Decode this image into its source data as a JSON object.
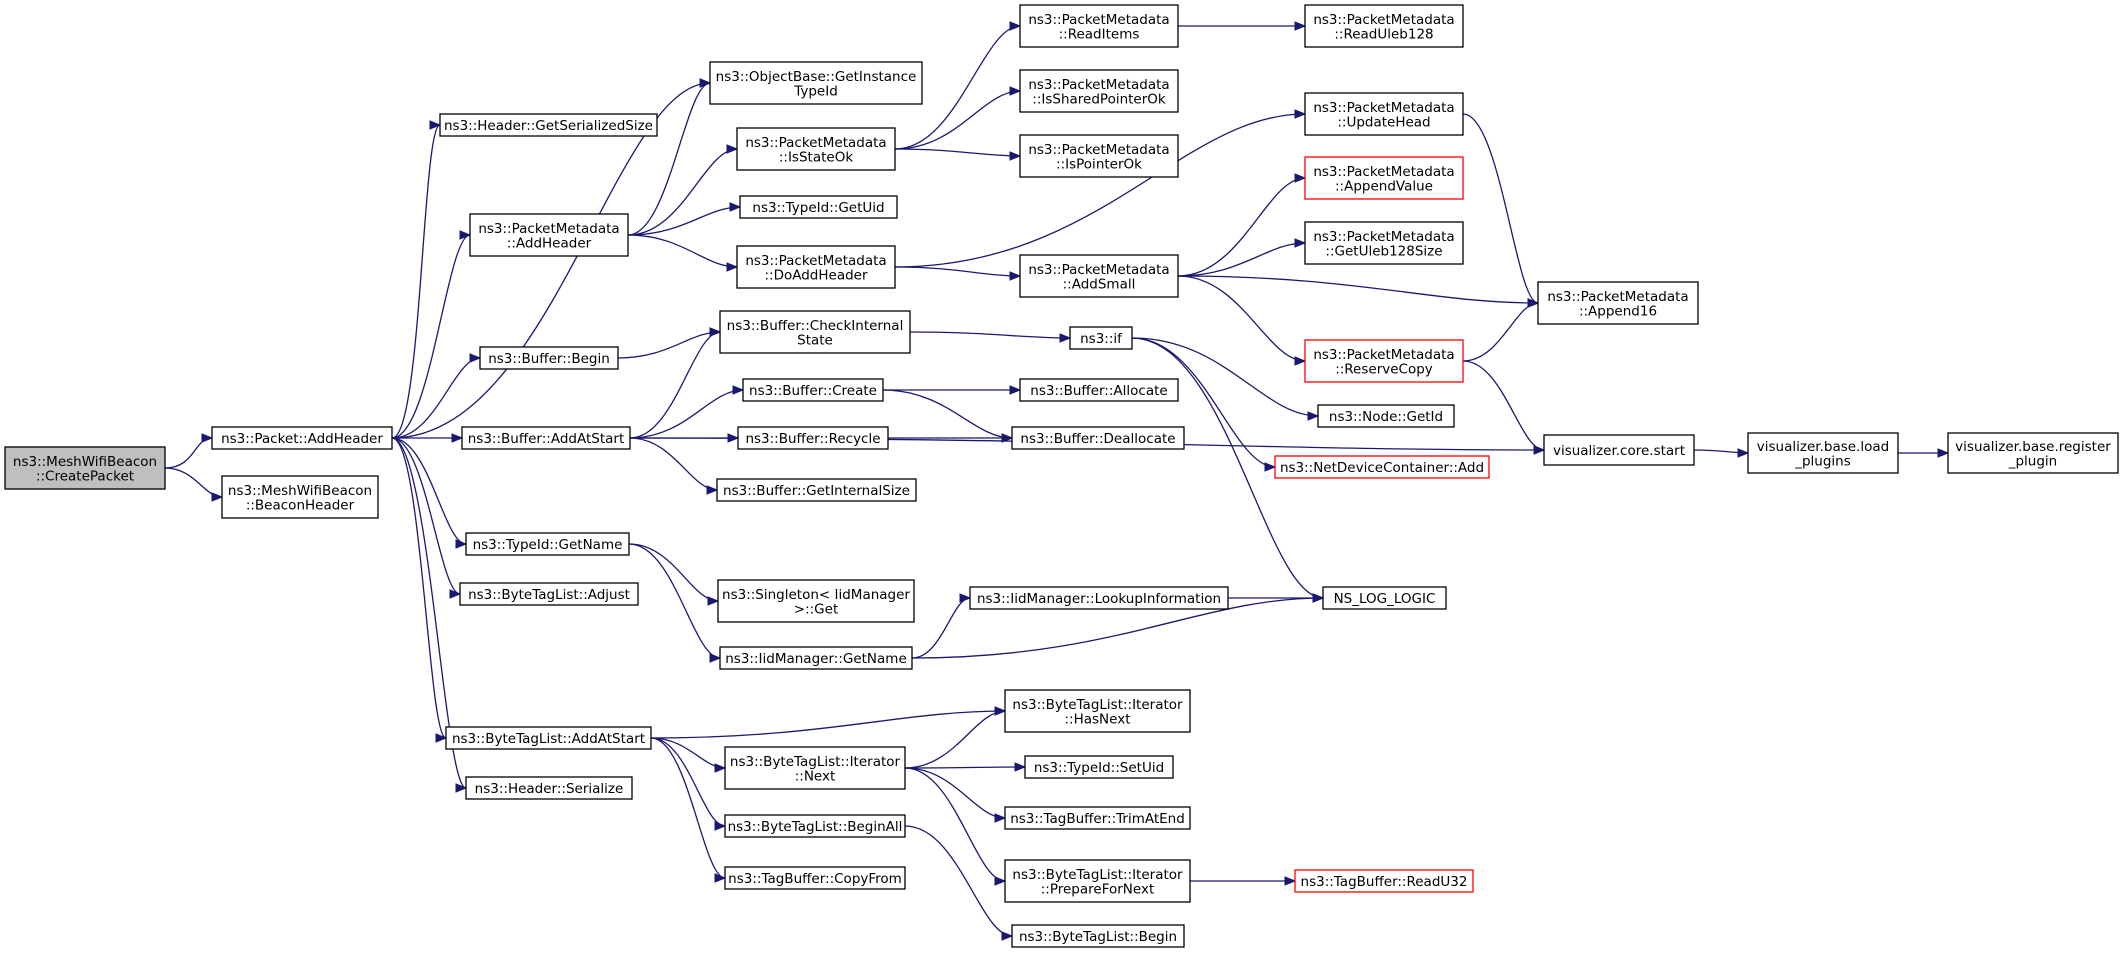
{
  "colors": {
    "edge": "#191970",
    "root_fill": "#bfbfbf",
    "incomplete_border": "#ff0000",
    "node_border": "#000000"
  },
  "nodes": [
    {
      "id": "createpacket",
      "lines": [
        "ns3::MeshWifiBeacon",
        "::CreatePacket"
      ],
      "style": "root"
    },
    {
      "id": "addheader",
      "lines": [
        "ns3::Packet::AddHeader"
      ]
    },
    {
      "id": "beaconheader",
      "lines": [
        "ns3::MeshWifiBeacon",
        "::BeaconHeader"
      ]
    },
    {
      "id": "getserializedsize",
      "lines": [
        "ns3::Header::GetSerializedSize"
      ]
    },
    {
      "id": "gettypeid",
      "lines": [
        "ns3::ObjectBase::GetInstance",
        "TypeId"
      ]
    },
    {
      "id": "pm_addheader",
      "lines": [
        "ns3::PacketMetadata",
        "::AddHeader"
      ]
    },
    {
      "id": "isstateok",
      "lines": [
        "ns3::PacketMetadata",
        "::IsStateOk"
      ]
    },
    {
      "id": "getuid",
      "lines": [
        "ns3::TypeId::GetUid"
      ]
    },
    {
      "id": "doaddheader",
      "lines": [
        "ns3::PacketMetadata",
        "::DoAddHeader"
      ]
    },
    {
      "id": "readitems",
      "lines": [
        "ns3::PacketMetadata",
        "::ReadItems"
      ]
    },
    {
      "id": "readuleb",
      "lines": [
        "ns3::PacketMetadata",
        "::ReadUleb128"
      ]
    },
    {
      "id": "issharedptr",
      "lines": [
        "ns3::PacketMetadata",
        "::IsSharedPointerOk"
      ]
    },
    {
      "id": "ispointerok",
      "lines": [
        "ns3::PacketMetadata",
        "::IsPointerOk"
      ]
    },
    {
      "id": "updatehead",
      "lines": [
        "ns3::PacketMetadata",
        "::UpdateHead"
      ]
    },
    {
      "id": "appendvalue",
      "lines": [
        "ns3::PacketMetadata",
        "::AppendValue"
      ],
      "style": "red"
    },
    {
      "id": "getuleb128size",
      "lines": [
        "ns3::PacketMetadata",
        "::GetUleb128Size"
      ]
    },
    {
      "id": "addsmall",
      "lines": [
        "ns3::PacketMetadata",
        "::AddSmall"
      ]
    },
    {
      "id": "append16",
      "lines": [
        "ns3::PacketMetadata",
        "::Append16"
      ]
    },
    {
      "id": "reservecopy",
      "lines": [
        "ns3::PacketMetadata",
        "::ReserveCopy"
      ],
      "style": "red"
    },
    {
      "id": "bufbegin",
      "lines": [
        "ns3::Buffer::Begin"
      ]
    },
    {
      "id": "checkinternal",
      "lines": [
        "ns3::Buffer::CheckInternal",
        "State"
      ]
    },
    {
      "id": "nsif",
      "lines": [
        "ns3::if"
      ]
    },
    {
      "id": "addatstart",
      "lines": [
        "ns3::Buffer::AddAtStart"
      ]
    },
    {
      "id": "bufcreate",
      "lines": [
        "ns3::Buffer::Create"
      ]
    },
    {
      "id": "bufallocate",
      "lines": [
        "ns3::Buffer::Allocate"
      ]
    },
    {
      "id": "bufrecycle",
      "lines": [
        "ns3::Buffer::Recycle"
      ]
    },
    {
      "id": "bufdeallocate",
      "lines": [
        "ns3::Buffer::Deallocate"
      ]
    },
    {
      "id": "bufgetinternalsize",
      "lines": [
        "ns3::Buffer::GetInternalSize"
      ]
    },
    {
      "id": "nodegetid",
      "lines": [
        "ns3::Node::GetId"
      ]
    },
    {
      "id": "ndcadd",
      "lines": [
        "ns3::NetDeviceContainer::Add"
      ],
      "style": "red"
    },
    {
      "id": "vizstart",
      "lines": [
        "visualizer.core.start"
      ]
    },
    {
      "id": "vizload",
      "lines": [
        "visualizer.base.load",
        "_plugins"
      ]
    },
    {
      "id": "vizreg",
      "lines": [
        "visualizer.base.register",
        "_plugin"
      ]
    },
    {
      "id": "typeidgetname",
      "lines": [
        "ns3::TypeId::GetName"
      ]
    },
    {
      "id": "btladjust",
      "lines": [
        "ns3::ByteTagList::Adjust"
      ]
    },
    {
      "id": "singletonget",
      "lines": [
        "ns3::Singleton< IidManager",
        " >::Get"
      ]
    },
    {
      "id": "lookupinfo",
      "lines": [
        "ns3::IidManager::LookupInformation"
      ]
    },
    {
      "id": "nslog",
      "lines": [
        "NS_LOG_LOGIC"
      ]
    },
    {
      "id": "iidgetname",
      "lines": [
        "ns3::IidManager::GetName"
      ]
    },
    {
      "id": "btladdatstart",
      "lines": [
        "ns3::ByteTagList::AddAtStart"
      ]
    },
    {
      "id": "hasnext",
      "lines": [
        "ns3::ByteTagList::Iterator",
        "::HasNext"
      ]
    },
    {
      "id": "iternext",
      "lines": [
        "ns3::ByteTagList::Iterator",
        "::Next"
      ]
    },
    {
      "id": "setuid",
      "lines": [
        "ns3::TypeId::SetUid"
      ]
    },
    {
      "id": "headerserialize",
      "lines": [
        "ns3::Header::Serialize"
      ]
    },
    {
      "id": "beginall",
      "lines": [
        "ns3::ByteTagList::BeginAll"
      ]
    },
    {
      "id": "trimatend",
      "lines": [
        "ns3::TagBuffer::TrimAtEnd"
      ]
    },
    {
      "id": "preparefornext",
      "lines": [
        "ns3::ByteTagList::Iterator",
        "::PrepareForNext"
      ]
    },
    {
      "id": "readu32",
      "lines": [
        "ns3::TagBuffer::ReadU32"
      ],
      "style": "red"
    },
    {
      "id": "copyfrom",
      "lines": [
        "ns3::TagBuffer::CopyFrom"
      ]
    },
    {
      "id": "btlbegin",
      "lines": [
        "ns3::ByteTagList::Begin"
      ]
    }
  ],
  "edges": [
    [
      "createpacket",
      "addheader"
    ],
    [
      "createpacket",
      "beaconheader"
    ],
    [
      "addheader",
      "getserializedsize"
    ],
    [
      "addheader",
      "gettypeid"
    ],
    [
      "addheader",
      "pm_addheader"
    ],
    [
      "addheader",
      "bufbegin"
    ],
    [
      "addheader",
      "addatstart"
    ],
    [
      "addheader",
      "typeidgetname"
    ],
    [
      "addheader",
      "btladjust"
    ],
    [
      "addheader",
      "btladdatstart"
    ],
    [
      "addheader",
      "headerserialize"
    ],
    [
      "pm_addheader",
      "gettypeid"
    ],
    [
      "pm_addheader",
      "isstateok"
    ],
    [
      "pm_addheader",
      "getuid"
    ],
    [
      "pm_addheader",
      "doaddheader"
    ],
    [
      "isstateok",
      "readitems"
    ],
    [
      "isstateok",
      "issharedptr"
    ],
    [
      "isstateok",
      "ispointerok"
    ],
    [
      "readitems",
      "readuleb"
    ],
    [
      "doaddheader",
      "updatehead"
    ],
    [
      "doaddheader",
      "addsmall"
    ],
    [
      "updatehead",
      "append16"
    ],
    [
      "addsmall",
      "appendvalue"
    ],
    [
      "addsmall",
      "getuleb128size"
    ],
    [
      "addsmall",
      "append16"
    ],
    [
      "addsmall",
      "reservecopy"
    ],
    [
      "reservecopy",
      "append16"
    ],
    [
      "reservecopy",
      "vizstart"
    ],
    [
      "bufbegin",
      "checkinternal"
    ],
    [
      "checkinternal",
      "nsif"
    ],
    [
      "nsif",
      "nodegetid"
    ],
    [
      "nsif",
      "ndcadd"
    ],
    [
      "nsif",
      "nslog"
    ],
    [
      "addatstart",
      "checkinternal"
    ],
    [
      "addatstart",
      "bufcreate"
    ],
    [
      "addatstart",
      "bufrecycle"
    ],
    [
      "addatstart",
      "bufgetinternalsize"
    ],
    [
      "addatstart",
      "vizstart"
    ],
    [
      "bufcreate",
      "bufallocate"
    ],
    [
      "bufcreate",
      "bufdeallocate"
    ],
    [
      "bufrecycle",
      "bufdeallocate"
    ],
    [
      "vizstart",
      "vizload"
    ],
    [
      "vizload",
      "vizreg"
    ],
    [
      "typeidgetname",
      "singletonget"
    ],
    [
      "typeidgetname",
      "iidgetname"
    ],
    [
      "iidgetname",
      "lookupinfo"
    ],
    [
      "iidgetname",
      "nslog"
    ],
    [
      "lookupinfo",
      "nslog"
    ],
    [
      "btladdatstart",
      "hasnext"
    ],
    [
      "btladdatstart",
      "iternext"
    ],
    [
      "btladdatstart",
      "beginall"
    ],
    [
      "btladdatstart",
      "copyfrom"
    ],
    [
      "iternext",
      "hasnext"
    ],
    [
      "iternext",
      "setuid"
    ],
    [
      "iternext",
      "trimatend"
    ],
    [
      "iternext",
      "preparefornext"
    ],
    [
      "preparefornext",
      "readu32"
    ],
    [
      "beginall",
      "btlbegin"
    ]
  ]
}
